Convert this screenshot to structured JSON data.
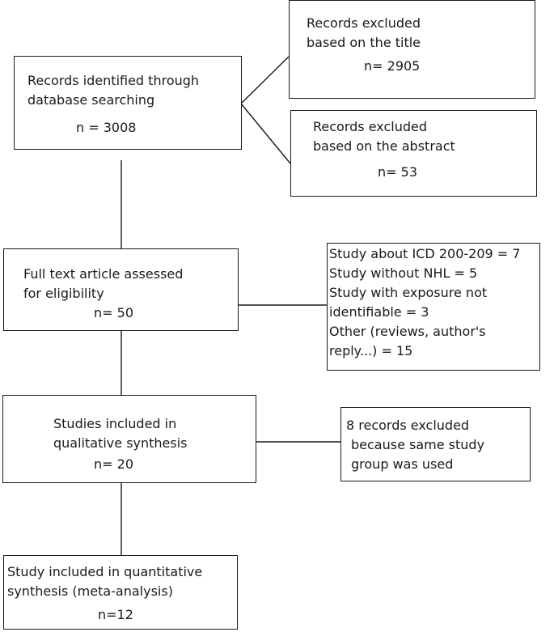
{
  "boxes": {
    "identified": {
      "line1": "Records identified through",
      "line2": "database searching",
      "count": "n =  3008"
    },
    "excluded_title": {
      "line1": "Records excluded",
      "line2": "based on the title",
      "count": "n=   2905"
    },
    "excluded_abstract": {
      "line1": "Records excluded",
      "line2": "based on the abstract",
      "count": "n=   53"
    },
    "full_text": {
      "line1": "Full text article assessed",
      "line2": "for eligibility",
      "count": "n= 50"
    },
    "full_text_exclusions": {
      "line1": "Study about ICD 200-209 = 7",
      "line2": "Study without NHL = 5",
      "line3": "Study with exposure not",
      "line4": "identifiable = 3",
      "line5": "Other (reviews, author's",
      "line6": "reply...) = 15"
    },
    "qualitative": {
      "line1": "Studies included in",
      "line2": "qualitative  synthesis",
      "count": "n=  20"
    },
    "qualitative_exclusions": {
      "line1": "8  records excluded",
      "line2": "because same study",
      "line3": "group was used"
    },
    "quantitative": {
      "line1": "Study included in quantitative",
      "line2": "synthesis (meta-analysis)",
      "count": "n=12"
    }
  }
}
